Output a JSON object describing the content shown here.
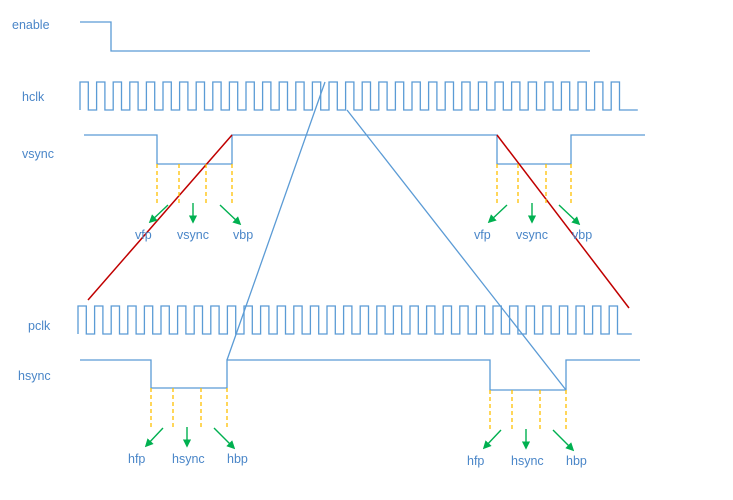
{
  "signals": {
    "enable": "enable",
    "hclk": "hclk",
    "vsync": "vsync",
    "pclk": "pclk",
    "hsync": "hsync"
  },
  "vertical_labels": {
    "vfp": "vfp",
    "vsync": "vsync",
    "vbp": "vbp"
  },
  "horizontal_labels": {
    "hfp": "hfp",
    "hsync": "hsync",
    "hbp": "hbp"
  },
  "colors": {
    "signal": "#5b9bd5",
    "label": "#4a86c8",
    "dashed_marker": "#ffc000",
    "arrow": "#00b050",
    "expansion_line": "#c00000"
  }
}
